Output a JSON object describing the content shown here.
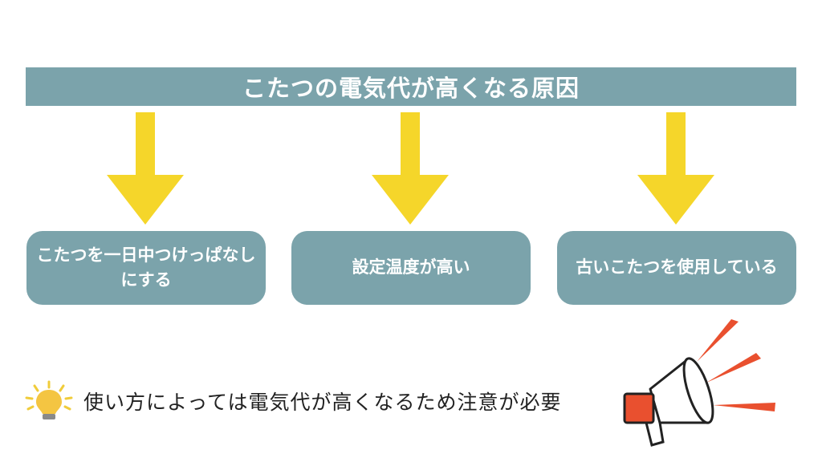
{
  "colors": {
    "box": "#7ba3ab",
    "box_text": "#ffffff",
    "arrow": "#f5d62a",
    "megaphone_accent": "#e9502f",
    "bulb": "#f4c542",
    "bulb_rays": "#f0cc3a"
  },
  "title": "こたつの電気代が高くなる原因",
  "causes": [
    {
      "label": "こたつを一日中つけっぱなしにする"
    },
    {
      "label": "設定温度が高い"
    },
    {
      "label": "古いこたつを使用している"
    }
  ],
  "note": {
    "icon": "lightbulb-icon",
    "text": "使い方によっては電気代が高くなるため注意が必要"
  },
  "decoration": {
    "icon": "megaphone-icon"
  }
}
